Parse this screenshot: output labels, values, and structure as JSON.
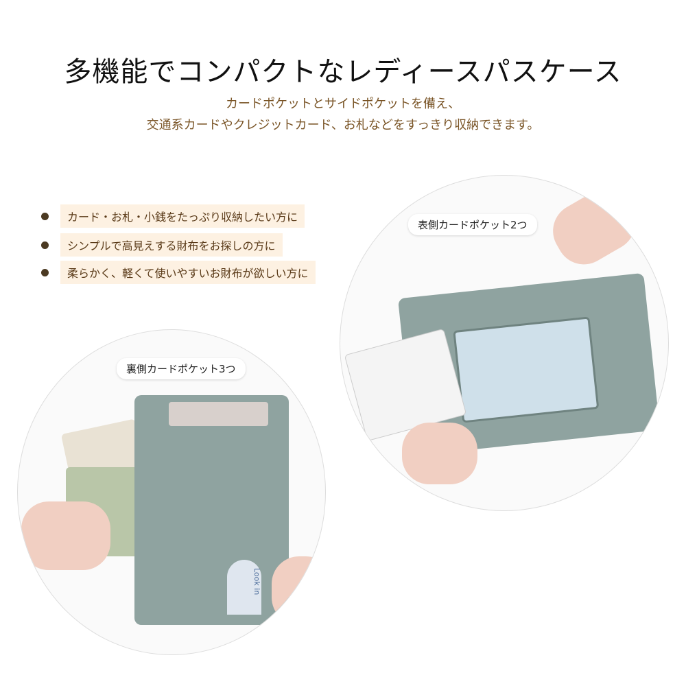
{
  "title": "多機能でコンパクトなレディースパスケース",
  "subtitle": [
    "カードポケットとサイドポケットを備え、",
    "交通系カードやクレジットカード、お札などをすっきり収納できます。"
  ],
  "bullets": [
    "カード・お札・小銭をたっぷり収納したい方に",
    "シンプルで高見えする財布をお探しの方に",
    "柔らかく、軽くて使いやすいお財布が欲しい方に"
  ],
  "front_label": "表側カードポケット2つ",
  "back_label": "裏側カードポケット3つ",
  "tab_text": "Look in",
  "colors": {
    "wallet": "#8fa3a0",
    "accent": "#7a5527",
    "highlight": "#fdf1e2"
  }
}
